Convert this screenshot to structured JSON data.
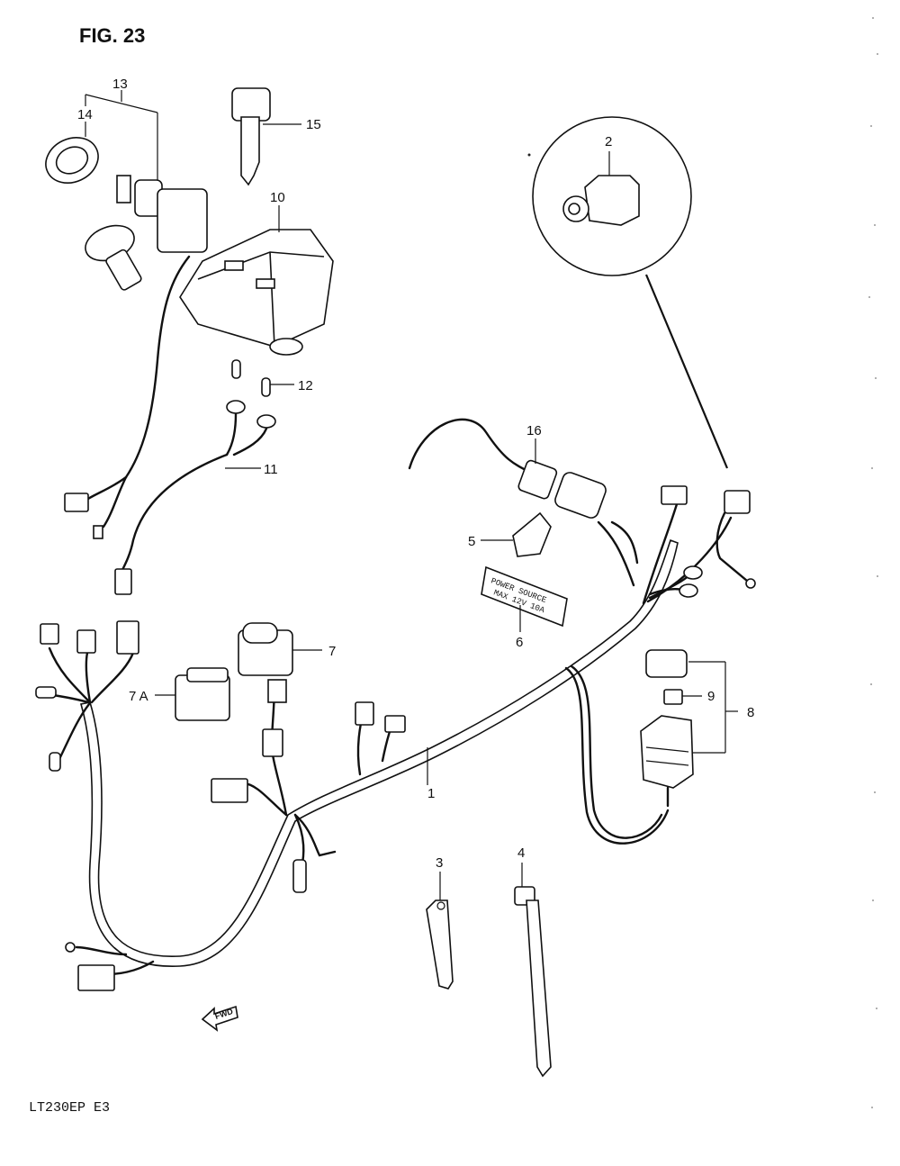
{
  "figure": {
    "title": "FIG. 23",
    "model": "LT230EP  E3"
  },
  "callouts": [
    {
      "id": "c1",
      "label": "1"
    },
    {
      "id": "c2",
      "label": "2"
    },
    {
      "id": "c3",
      "label": "3"
    },
    {
      "id": "c4",
      "label": "4"
    },
    {
      "id": "c5",
      "label": "5"
    },
    {
      "id": "c6",
      "label": "6"
    },
    {
      "id": "c7",
      "label": "7"
    },
    {
      "id": "c7a",
      "label": "7 A"
    },
    {
      "id": "c8",
      "label": "8"
    },
    {
      "id": "c9",
      "label": "9"
    },
    {
      "id": "c10",
      "label": "10"
    },
    {
      "id": "c11",
      "label": "11"
    },
    {
      "id": "c12",
      "label": "12"
    },
    {
      "id": "c13",
      "label": "13"
    },
    {
      "id": "c14",
      "label": "14"
    },
    {
      "id": "c15",
      "label": "15"
    },
    {
      "id": "c16",
      "label": "16"
    }
  ],
  "plate": {
    "line1": "POWER  SOURCE",
    "line2": "MAX  12V  10A"
  },
  "fwd_arrow": {
    "text": "FWD"
  }
}
